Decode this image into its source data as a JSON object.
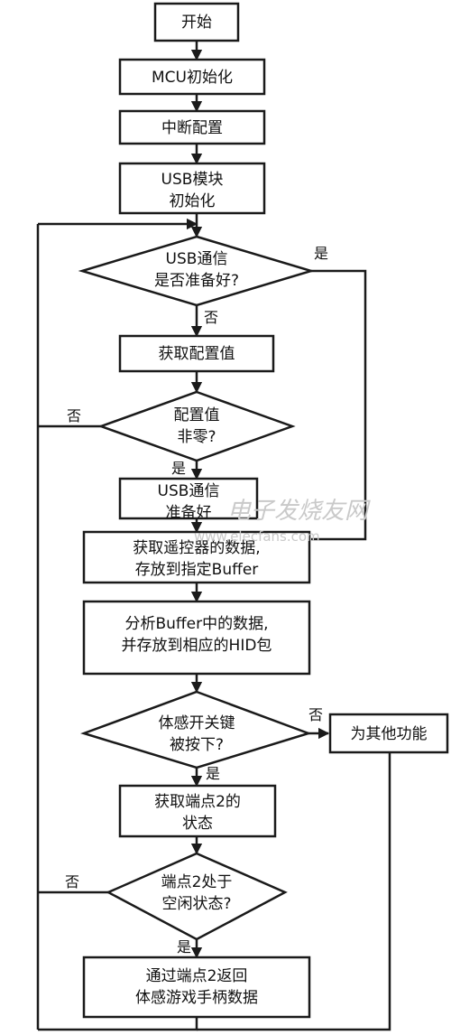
{
  "nodes": {
    "start": [
      "开始"
    ],
    "mcu_init": [
      "MCU初始化"
    ],
    "irq_config": [
      "中断配置"
    ],
    "usb_init": [
      "USB模块",
      "初始化"
    ],
    "usb_ready_q": [
      "USB通信",
      "是否准备好?"
    ],
    "get_config": [
      "获取配置值"
    ],
    "config_nonzero_q": [
      "配置值",
      "非零?"
    ],
    "usb_ready": [
      "USB通信",
      "准备好"
    ],
    "get_remote_data": [
      "获取遥控器的数据,",
      "存放到指定Buffer"
    ],
    "parse_buffer": [
      "分析Buffer中的数据,",
      "并存放到相应的HID包"
    ],
    "key_pressed_q": [
      "体感开关键",
      "被按下?"
    ],
    "other_func": [
      "为其他功能"
    ],
    "get_ep2": [
      "获取端点2的",
      "状态"
    ],
    "ep2_idle_q": [
      "端点2处于",
      "空闲状态?"
    ],
    "return_data": [
      "通过端点2返回",
      "体感游戏手柄数据"
    ]
  },
  "branch_labels": {
    "usb_yes": "是",
    "usb_no": "否",
    "config_no": "否",
    "config_yes": "是",
    "key_no": "否",
    "key_yes": "是",
    "ep2_no": "否",
    "ep2_yes": "是"
  },
  "watermark": {
    "cn": "电子发烧友网",
    "url": "www.elecfans.com"
  }
}
